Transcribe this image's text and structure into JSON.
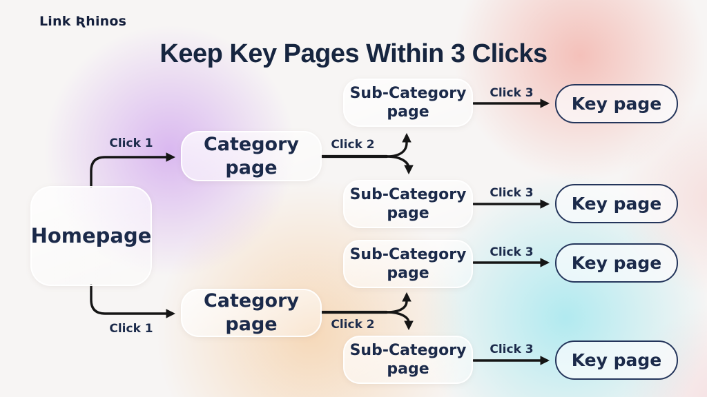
{
  "brand": {
    "logo_text": "Link Ʀhinos"
  },
  "title": "Keep Key Pages Within 3 Clicks",
  "diagram": {
    "homepage": {
      "label": "Homepage"
    },
    "categories": [
      {
        "label": "Category page"
      },
      {
        "label": "Category page"
      }
    ],
    "subcategories": [
      {
        "label": "Sub-Category page"
      },
      {
        "label": "Sub-Category page"
      },
      {
        "label": "Sub-Category page"
      },
      {
        "label": "Sub-Category page"
      }
    ],
    "keypages": [
      {
        "label": "Key page"
      },
      {
        "label": "Key page"
      },
      {
        "label": "Key page"
      },
      {
        "label": "Key page"
      }
    ],
    "clicks": {
      "c1a": "Click 1",
      "c1b": "Click 1",
      "c2a": "Click 2",
      "c2b": "Click 2",
      "c3a": "Click 3",
      "c3b": "Click 3",
      "c3c": "Click 3",
      "c3d": "Click 3"
    }
  },
  "colors": {
    "text_navy": "#1b2a4a",
    "arrow_black": "#151515",
    "key_page_border": "#24355b",
    "blob_purple": "#cd9eee",
    "blob_red": "#f2a096",
    "blob_orange": "#f6c692",
    "blob_cyan": "#8ce4ee"
  }
}
